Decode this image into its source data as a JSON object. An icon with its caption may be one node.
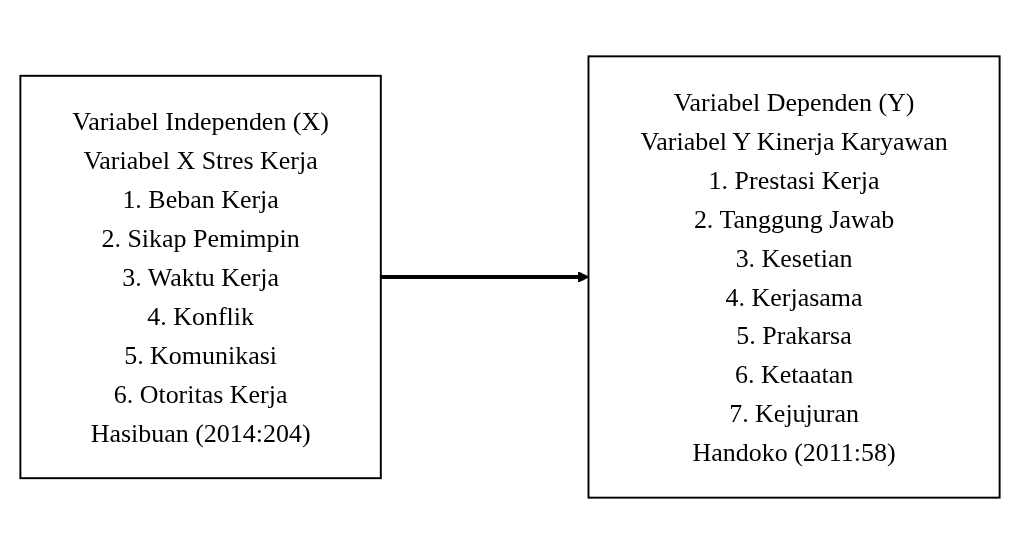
{
  "diagram": {
    "nodes": [
      {
        "text": [
          "Variabel Independen (X)",
          "Variabel X Stres Kerja",
          "1. Beban Kerja",
          "2. Sikap Pemimpin",
          "3. Waktu Kerja",
          "4. Konflik",
          "5. Komunikasi",
          "6. Otoritas Kerja",
          "Hasibuan (2014:204)"
        ]
      },
      {
        "text": [
          "Variabel Dependen (Y)",
          "Variabel Y Kinerja Karyawan",
          "1. Prestasi Kerja",
          "2. Tanggung Jawab",
          "3. Kesetian",
          "4. Kerjasama",
          "5. Prakarsa",
          "6. Ketaatan",
          "7. Kejujuran",
          "Handoko (2011:58)"
        ]
      }
    ],
    "edges": [
      {
        "from": 0,
        "to": 1,
        "arrow": "to"
      }
    ]
  }
}
